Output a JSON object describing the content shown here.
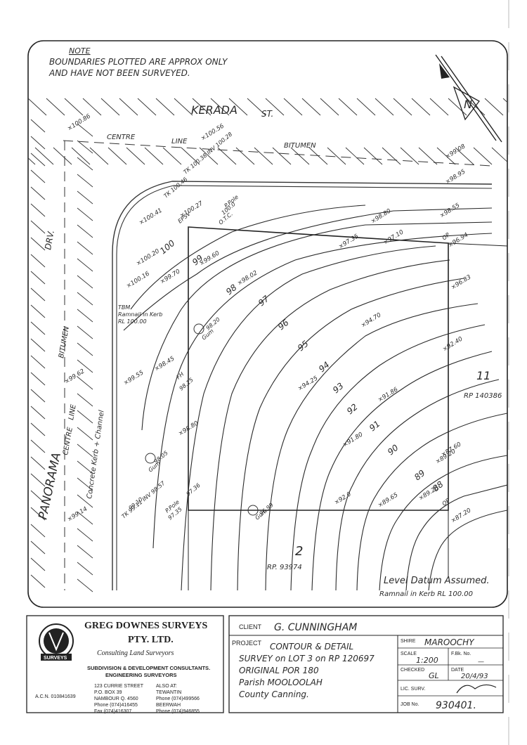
{
  "plan": {
    "note_line1": "NOTE",
    "note_line2": "BOUNDARIES PLOTTED ARE APPROX ONLY",
    "note_line3": "AND HAVE NOT BEEN SURVEYED.",
    "street_top": "KERADA",
    "street_top_suffix": "ST.",
    "centre_line_top": "CENTRE",
    "line_word": "LINE",
    "bitumen_top": "BITUMEN",
    "street_left": "PANORAMA",
    "street_left_suffix": "DRV.",
    "bitumen_left": "BITUMEN",
    "centre_left": "CENTRE",
    "line_left": "LINE",
    "kerb_label": "Concrete Kerb + Channel",
    "tbm_line1": "TBM",
    "tbm_line2": "Ramnail in Kerb",
    "tbm_line3": "RL 100.00",
    "north_label": "N",
    "lot_2": "2",
    "rp_2": "RP. 93974",
    "lot_11": "11",
    "rp_11": "RP 140386",
    "datum_line1": "Level Datum Assumed.",
    "datum_line2": "Ramnail in Kerb RL 100.00",
    "spot_heights": [
      "100.86",
      "100.56",
      "99.08",
      "98.95",
      "98.80",
      "98.55",
      "98.02",
      "97.35",
      "97.10",
      "96.94",
      "96.83",
      "94.70",
      "92.40",
      "91.86",
      "94.25",
      "91.80",
      "92.0",
      "89.65",
      "89.20",
      "87.20",
      "89.20",
      "87.60",
      "99.62",
      "99.55",
      "98.45",
      "98.80",
      "99.14",
      "99.60",
      "99.70",
      "100.20",
      "100.16",
      "100.41",
      "100.27"
    ],
    "contour_labels": [
      "100",
      "99",
      "98",
      "97",
      "96",
      "95",
      "94",
      "93",
      "92",
      "91",
      "90",
      "89",
      "88"
    ],
    "features": [
      "P.Pole",
      "O.T.C.",
      "EPSV",
      "TK 100.38 INV 100.28",
      "TK 100.46",
      "Gum",
      "Gum",
      "Gum",
      "P.Pole",
      "OP",
      "OP",
      "FH",
      "TK 99.11 INV 98.57"
    ],
    "feature_values": [
      "100.0",
      "98.20",
      "98.05",
      "97.35",
      "96.99",
      "97.36",
      "98.15",
      "99.10"
    ]
  },
  "title_block": {
    "company_name": "GREG DOWNES SURVEYS",
    "company_suffix": "PTY. LTD.",
    "company_tagline": "Consulting Land Surveyors",
    "services_line1": "SUBDIVISION & DEVELOPMENT CONSULTANTS.",
    "services_line2": "ENGINEERING SURVEYORS",
    "logo_text": "SURVEYS",
    "acn": "A.C.N. 010841639",
    "address_lines": [
      "123 CURRIE STREET",
      "P.O. BOX 39",
      "NAMBOUR Q. 4560",
      "Phone (074)416455",
      "Fax (074)416307"
    ],
    "also_at_lines": [
      "ALSO AT:",
      "TEWANTIN",
      "Phone (074)499566",
      "BEERWAH",
      "Phone (074)946855"
    ],
    "client_label": "CLIENT",
    "client_value": "G. CUNNINGHAM",
    "project_label": "PROJECT",
    "project_lines": [
      "CONTOUR & DETAIL",
      "SURVEY on LOT 3 on RP 120697",
      "ORIGINAL POR 180",
      "Parish MOOLOOLAH",
      "County Canning."
    ],
    "shire_label": "SHIRE",
    "shire_value": "MAROOCHY",
    "scale_label": "SCALE",
    "scale_value": "1:200",
    "fbk_label": "F.Bk. No.",
    "fbk_value": "—",
    "checked_label": "CHECKED",
    "checked_value": "GL",
    "date_label": "DATE",
    "date_value": "20/4/93",
    "lic_label": "LIC. SURV.",
    "job_label": "JOB No.",
    "job_value": "930401."
  },
  "colors": {
    "ink": "#2a2a2a",
    "paper": "#ffffff"
  }
}
